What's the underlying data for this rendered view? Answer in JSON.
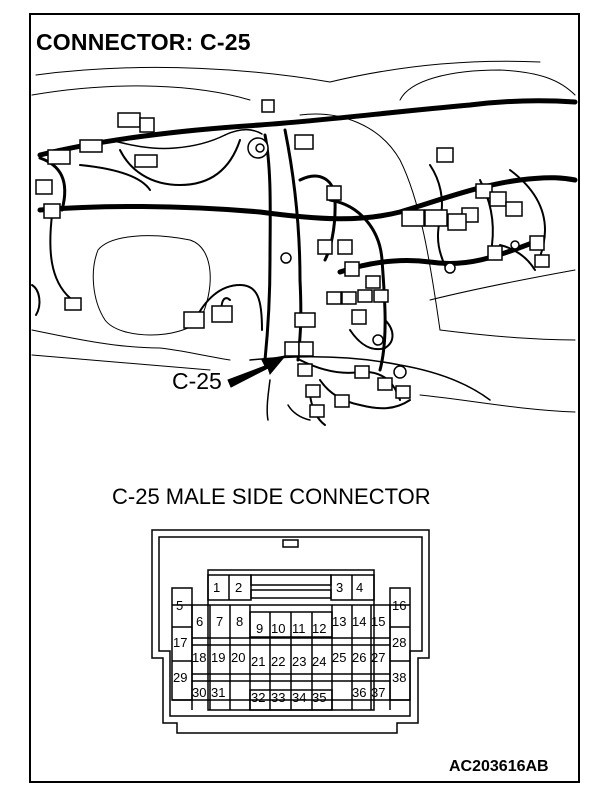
{
  "title": "CONNECTOR: C-25",
  "callout_label": "C-25",
  "connector_title": "C-25 MALE SIDE CONNECTOR",
  "figure_code": "AC203616AB",
  "pins": {
    "p1": "1",
    "p2": "2",
    "p3": "3",
    "p4": "4",
    "p5": "5",
    "p6": "6",
    "p7": "7",
    "p8": "8",
    "p9": "9",
    "p10": "10",
    "p11": "11",
    "p12": "12",
    "p13": "13",
    "p14": "14",
    "p15": "15",
    "p16": "16",
    "p17": "17",
    "p18": "18",
    "p19": "19",
    "p20": "20",
    "p21": "21",
    "p22": "22",
    "p23": "23",
    "p24": "24",
    "p25": "25",
    "p26": "26",
    "p27": "27",
    "p28": "28",
    "p29": "29",
    "p30": "30",
    "p31": "31",
    "p32": "32",
    "p33": "33",
    "p34": "34",
    "p35": "35",
    "p36": "36",
    "p37": "37",
    "p38": "38"
  }
}
